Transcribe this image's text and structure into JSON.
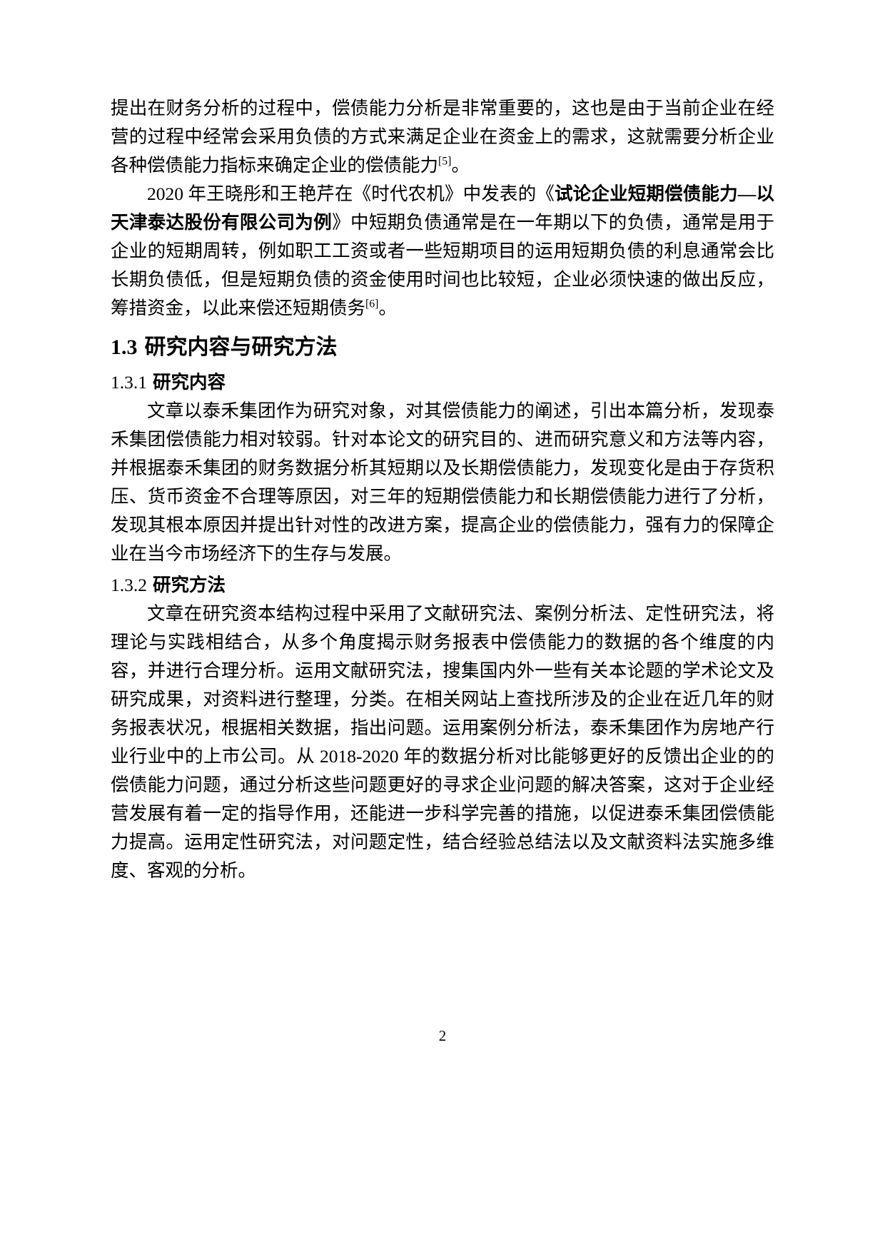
{
  "document": {
    "page_number": "2",
    "blocks": [
      {
        "type": "paragraph",
        "name": "paragraph-literature-review-5",
        "indent": false,
        "text_before": "提出在财务分析的过程中，偿债能力分析是非常重要的，这也是由于当前企业在经营的过程中经常会采用负债的方式来满足企业在资金上的需求，这就需要分析企业各种偿债能力指标来确定企业的偿债能力",
        "ref": "[5]",
        "text_after": "。"
      },
      {
        "type": "paragraph_with_title",
        "name": "paragraph-literature-review-6",
        "indent": true,
        "segment_1": "2020 年王晓彤和王艳芹在《时代农机》中发表的《",
        "bold_title": "试论企业短期偿债能力—以天津泰达股份有限公司为例",
        "segment_2": "》中短期负债通常是在一年期以下的负债，通常是用于企业的短期周转，例如职工工资或者一些短期项目的运用短期负债的利息通常会比长期负债低，但是短期负债的资金使用时间也比较短，企业必须快速的做出反应，筹措资金，以此来偿还短期债务",
        "ref": "[6]",
        "text_after": "。"
      },
      {
        "type": "h2",
        "name": "heading-1-3",
        "number": "1.3",
        "title": "研究内容与研究方法"
      },
      {
        "type": "h3",
        "name": "heading-1-3-1",
        "number": "1.3.1",
        "title": "研究内容"
      },
      {
        "type": "paragraph",
        "name": "paragraph-research-content",
        "indent": true,
        "text_before": "文章以泰禾集团作为研究对象，对其偿债能力的阐述，引出本篇分析，发现泰禾集团偿债能力相对较弱。针对本论文的研究目的、进而研究意义和方法等内容，并根据泰禾集团的财务数据分析其短期以及长期偿债能力，发现变化是由于存货积压、货币资金不合理等原因，对三年的短期偿债能力和长期偿债能力进行了分析，发现其根本原因并提出针对性的改进方案，提高企业的偿债能力，强有力的保障企业在当今市场经济下的生存与发展。",
        "ref": "",
        "text_after": ""
      },
      {
        "type": "h3",
        "name": "heading-1-3-2",
        "number": "1.3.2",
        "title": "研究方法"
      },
      {
        "type": "paragraph",
        "name": "paragraph-research-method",
        "indent": true,
        "text_before": "文章在研究资本结构过程中采用了文献研究法、案例分析法、定性研究法，将理论与实践相结合，从多个角度揭示财务报表中偿债能力的数据的各个维度的内容，并进行合理分析。运用文献研究法，搜集国内外一些有关本论题的学术论文及研究成果，对资料进行整理，分类。在相关网站上查找所涉及的企业在近几年的财务报表状况，根据相关数据，指出问题。运用案例分析法，泰禾集团作为房地产行业行业中的上市公司。从 2018-2020 年的数据分析对比能够更好的反馈出企业的的偿债能力问题，通过分析这些问题更好的寻求企业问题的解决答案，这对于企业经营发展有着一定的指导作用，还能进一步科学完善的措施，以促进泰禾集团偿债能力提高。运用定性研究法，对问题定性，结合经验总结法以及文献资料法实施多维度、客观的分析。",
        "ref": "",
        "text_after": ""
      }
    ]
  }
}
